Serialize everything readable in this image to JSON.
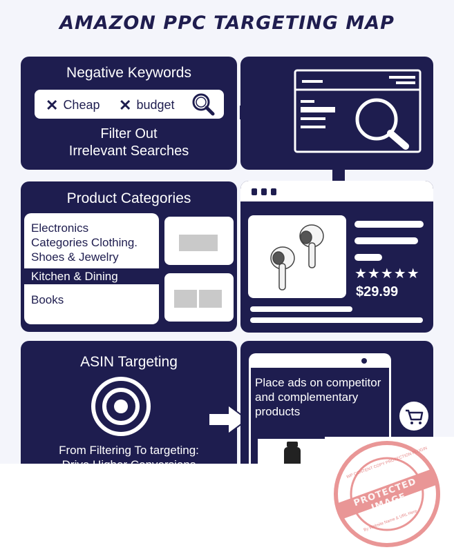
{
  "title": "AMAZON PPC TARGETING MAP",
  "negative_keywords": {
    "heading": "Negative Keywords",
    "keywords": [
      "Cheap",
      "budget"
    ],
    "caption_line1": "Filter Out",
    "caption_line2": "Irrelevant Searches"
  },
  "product_categories": {
    "heading": "Product Categories",
    "items": [
      "Electronics",
      "Categories Clothing.",
      "Shoes & Jewelry",
      "Kitchen & Dining",
      "Books"
    ],
    "highlighted": "Kitchen & Dining"
  },
  "product_card": {
    "rating_stars": "★★★★★",
    "price": "$29.99"
  },
  "asin_targeting": {
    "heading": "ASIN Targeting",
    "caption_line1": "From Filtering To targeting:",
    "caption_line2": "Drive Higher Conversions"
  },
  "competitor_ads": {
    "text": "Place ads on competitor and complementary products"
  },
  "watermark": {
    "center_text": "PROTECTED IMAGE",
    "ring_text_top": "WP CONTENT COPY PROTECTION PLUGIN",
    "ring_text_bottom": "By Website Name & URL Here"
  },
  "colors": {
    "navy": "#1e1d4f",
    "background": "#f4f5fb",
    "watermark": "#e06a6a"
  }
}
